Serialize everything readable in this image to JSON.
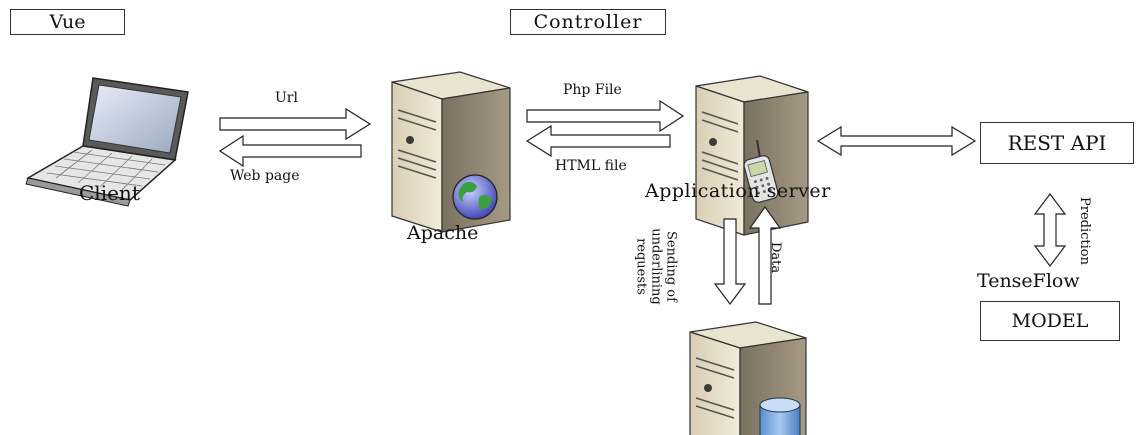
{
  "layers": {
    "view": "Vue",
    "controller": "Controller"
  },
  "nodes": {
    "client": "Client",
    "apache": "Apache",
    "app_server": "Application server",
    "rest_api": "REST API",
    "tenseflow": "TenseFlow",
    "model": "MODEL"
  },
  "edges": {
    "url": "Url",
    "web_page": "Web page",
    "php_file": "Php File",
    "html_file": "HTML file",
    "sending_requests": "Sending of underlining requests",
    "data": "Data",
    "prediction": "Prediction"
  },
  "icons": [
    "laptop-icon",
    "server-icon",
    "globe-icon",
    "phone-icon",
    "database-icon"
  ]
}
